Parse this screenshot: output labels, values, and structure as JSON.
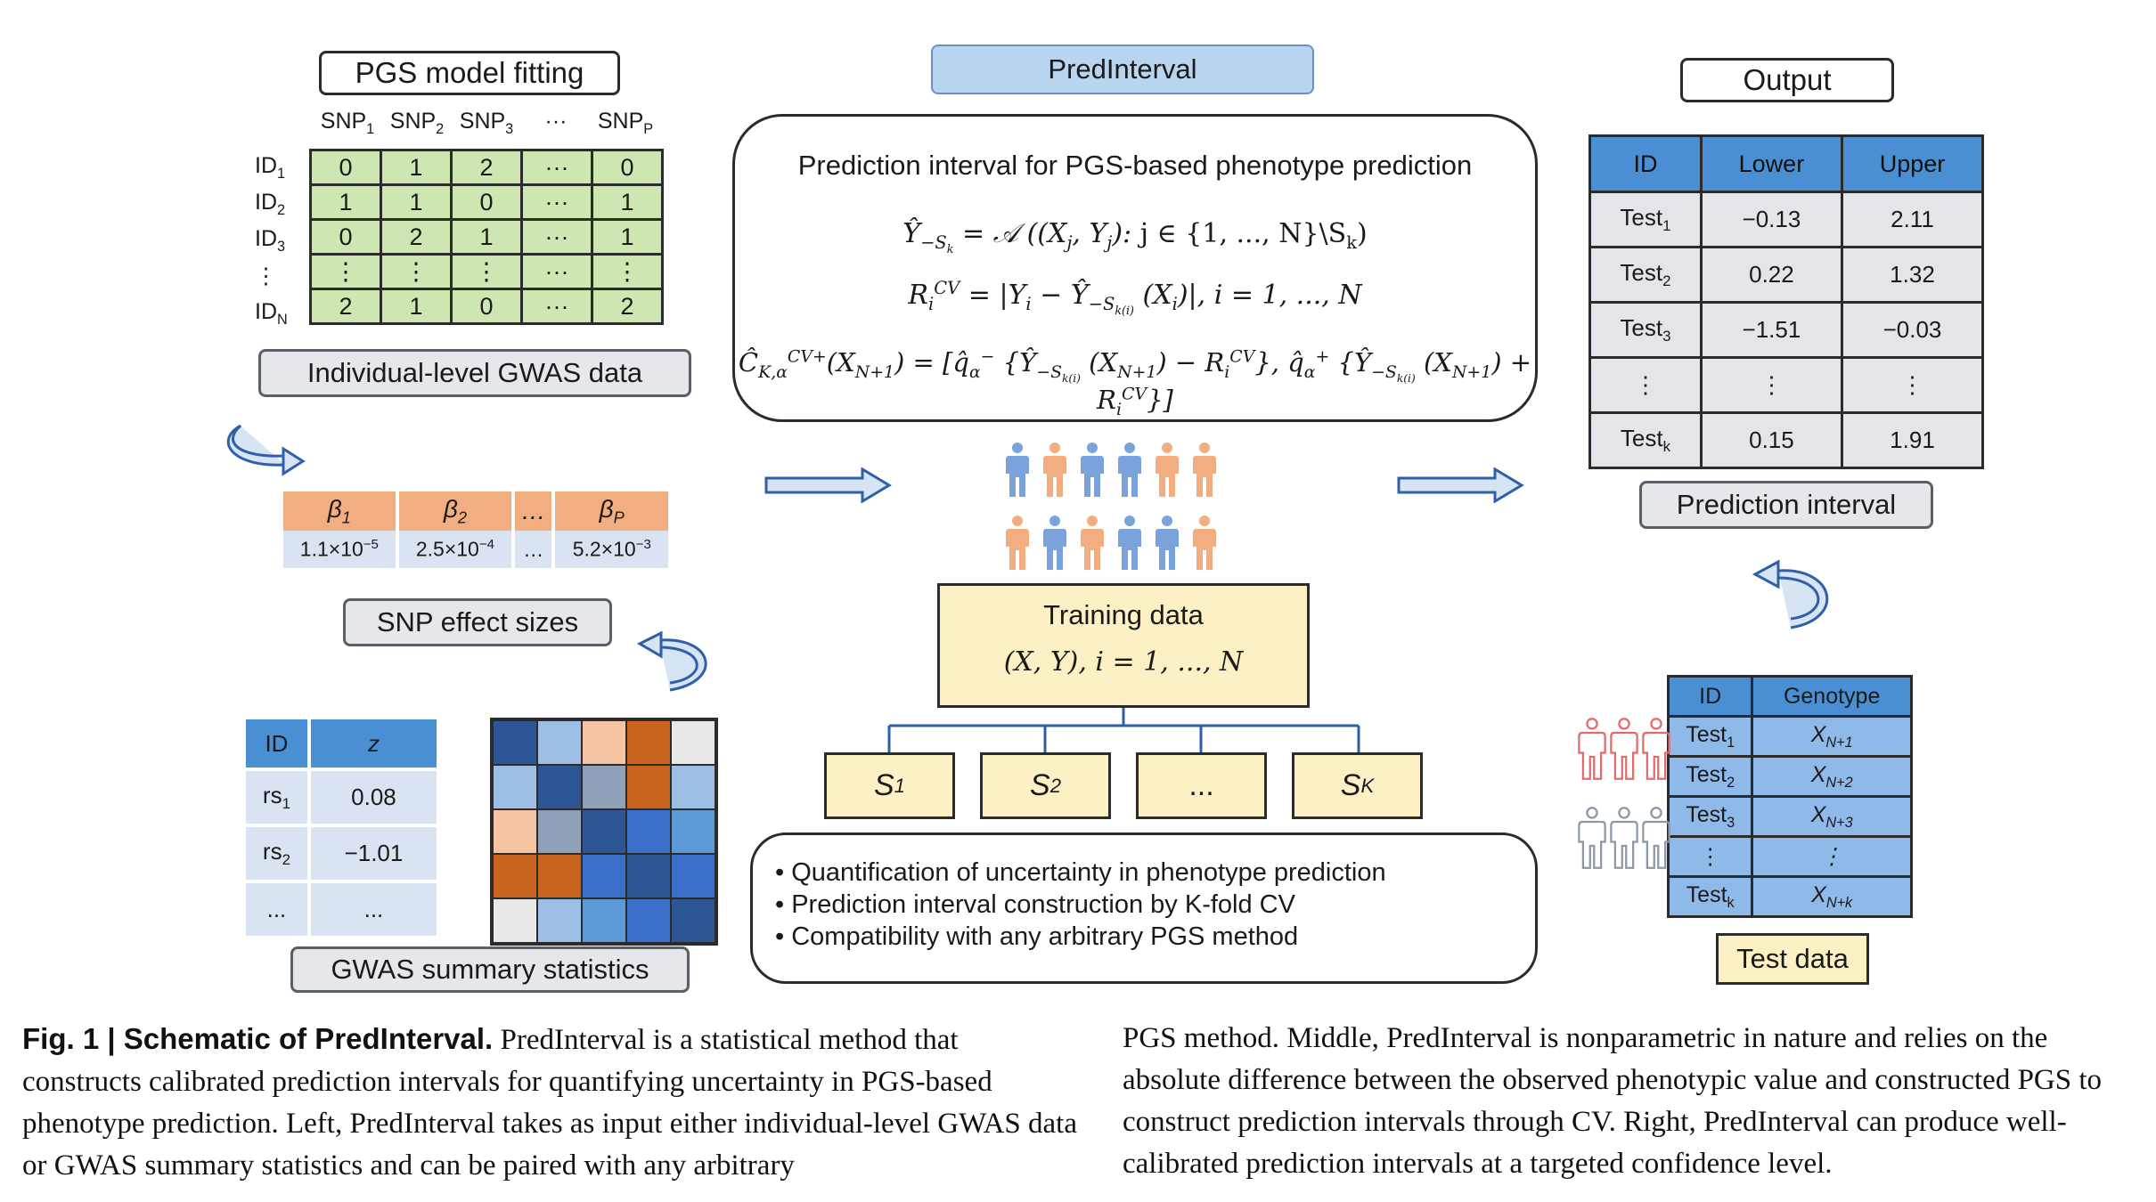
{
  "left": {
    "model_fitting_label": "PGS model fitting",
    "snp_headers": [
      "SNP",
      "SNP",
      "SNP",
      "···",
      "SNP"
    ],
    "snp_subs": [
      "1",
      "2",
      "3",
      "",
      "P"
    ],
    "row_labels": [
      "ID",
      "ID",
      "ID",
      "⋮",
      "ID"
    ],
    "row_subs": [
      "1",
      "2",
      "3",
      "",
      "N"
    ],
    "genotype_rows": [
      [
        "0",
        "1",
        "2",
        "···",
        "0"
      ],
      [
        "1",
        "1",
        "0",
        "···",
        "1"
      ],
      [
        "0",
        "2",
        "1",
        "···",
        "1"
      ],
      [
        "⋮",
        "⋮",
        "⋮",
        "···",
        "⋮"
      ],
      [
        "2",
        "1",
        "0",
        "···",
        "2"
      ]
    ],
    "individual_label": "Individual-level GWAS data",
    "beta_headers": [
      "β",
      "β",
      "…",
      "β"
    ],
    "beta_subs": [
      "1",
      "2",
      "",
      "P"
    ],
    "beta_values": [
      "1.1×10",
      "2.5×10",
      "…",
      "5.2×10"
    ],
    "beta_exps": [
      "−5",
      "−4",
      "",
      "−3"
    ],
    "effect_sizes_label": "SNP effect sizes",
    "summary_headers": [
      "ID",
      "z"
    ],
    "summary_rows": [
      [
        "rs",
        "1",
        "0.08"
      ],
      [
        "rs",
        "2",
        "−1.01"
      ],
      [
        "...",
        "",
        "..."
      ]
    ],
    "summary_label": "GWAS summary statistics",
    "heatmap_colors": [
      "#2e5596",
      "#9dbfe6",
      "#f4c4a3",
      "#c8621e",
      "#e8e8e8",
      "#9dbfe6",
      "#2e5596",
      "#8fa0b8",
      "#c8621e",
      "#9dbfe6",
      "#f4c4a3",
      "#8fa0b8",
      "#2e5596",
      "#3a6fcc",
      "#5b9ad6",
      "#c8621e",
      "#c8621e",
      "#3a6fcc",
      "#2e5596",
      "#3a6fcc",
      "#e8e8e8",
      "#9dbfe6",
      "#5b9ad6",
      "#3a6fcc",
      "#2e5596"
    ]
  },
  "middle": {
    "title": "PredInterval",
    "box_heading": "Prediction interval for PGS-based phenotype prediction",
    "people_row1_colors": [
      "#7aa3dc",
      "#f2ae80",
      "#7aa3dc",
      "#7aa3dc",
      "#f2ae80",
      "#f2ae80"
    ],
    "people_row2_colors": [
      "#f2ae80",
      "#7aa3dc",
      "#f2ae80",
      "#7aa3dc",
      "#7aa3dc",
      "#f2ae80"
    ],
    "training_title": "Training data",
    "training_formula": "(X, Y), i = 1, ..., N",
    "folds": [
      "S",
      "S",
      "...",
      "S"
    ],
    "fold_subs": [
      "1",
      "2",
      "",
      "K"
    ],
    "bullets": [
      "• Quantification of uncertainty in phenotype prediction",
      "• Prediction interval construction by K-fold CV",
      "• Compatibility with any arbitrary PGS method"
    ]
  },
  "right": {
    "output_label": "Output",
    "out_headers": [
      "ID",
      "Lower",
      "Upper"
    ],
    "out_rows": [
      [
        "Test",
        "1",
        "−0.13",
        "2.11"
      ],
      [
        "Test",
        "2",
        "0.22",
        "1.32"
      ],
      [
        "Test",
        "3",
        "−1.51",
        "−0.03"
      ],
      [
        "⋮",
        "",
        "⋮",
        "⋮"
      ],
      [
        "Test",
        "k",
        "0.15",
        "1.91"
      ]
    ],
    "prediction_interval_label": "Prediction interval",
    "test_headers": [
      "ID",
      "Genotype"
    ],
    "test_rows": [
      [
        "Test",
        "1",
        "X",
        "N+1"
      ],
      [
        "Test",
        "2",
        "X",
        "N+2"
      ],
      [
        "Test",
        "3",
        "X",
        "N+3"
      ],
      [
        "⋮",
        "",
        "⋮",
        ""
      ],
      [
        "Test",
        "k",
        "X",
        "N+k"
      ]
    ],
    "test_data_label": "Test data",
    "people_red": "#e46a6a",
    "people_grey": "#8a98aa"
  },
  "caption": {
    "bold": "Fig. 1 | Schematic of PredInterval.",
    "left_text": " PredInterval is a statistical method that constructs calibrated prediction intervals for quantifying uncertainty in PGS-based phenotype prediction. Left, PredInterval takes as input either individual-level GWAS data or GWAS summary statistics and can be paired with any arbitrary",
    "right_text": "PGS method. Middle, PredInterval is nonparametric in nature and relies on the absolute difference between the observed phenotypic value and constructed PGS to construct prediction intervals through CV. Right, PredInterval can produce well-calibrated prediction intervals at a targeted confidence level."
  }
}
